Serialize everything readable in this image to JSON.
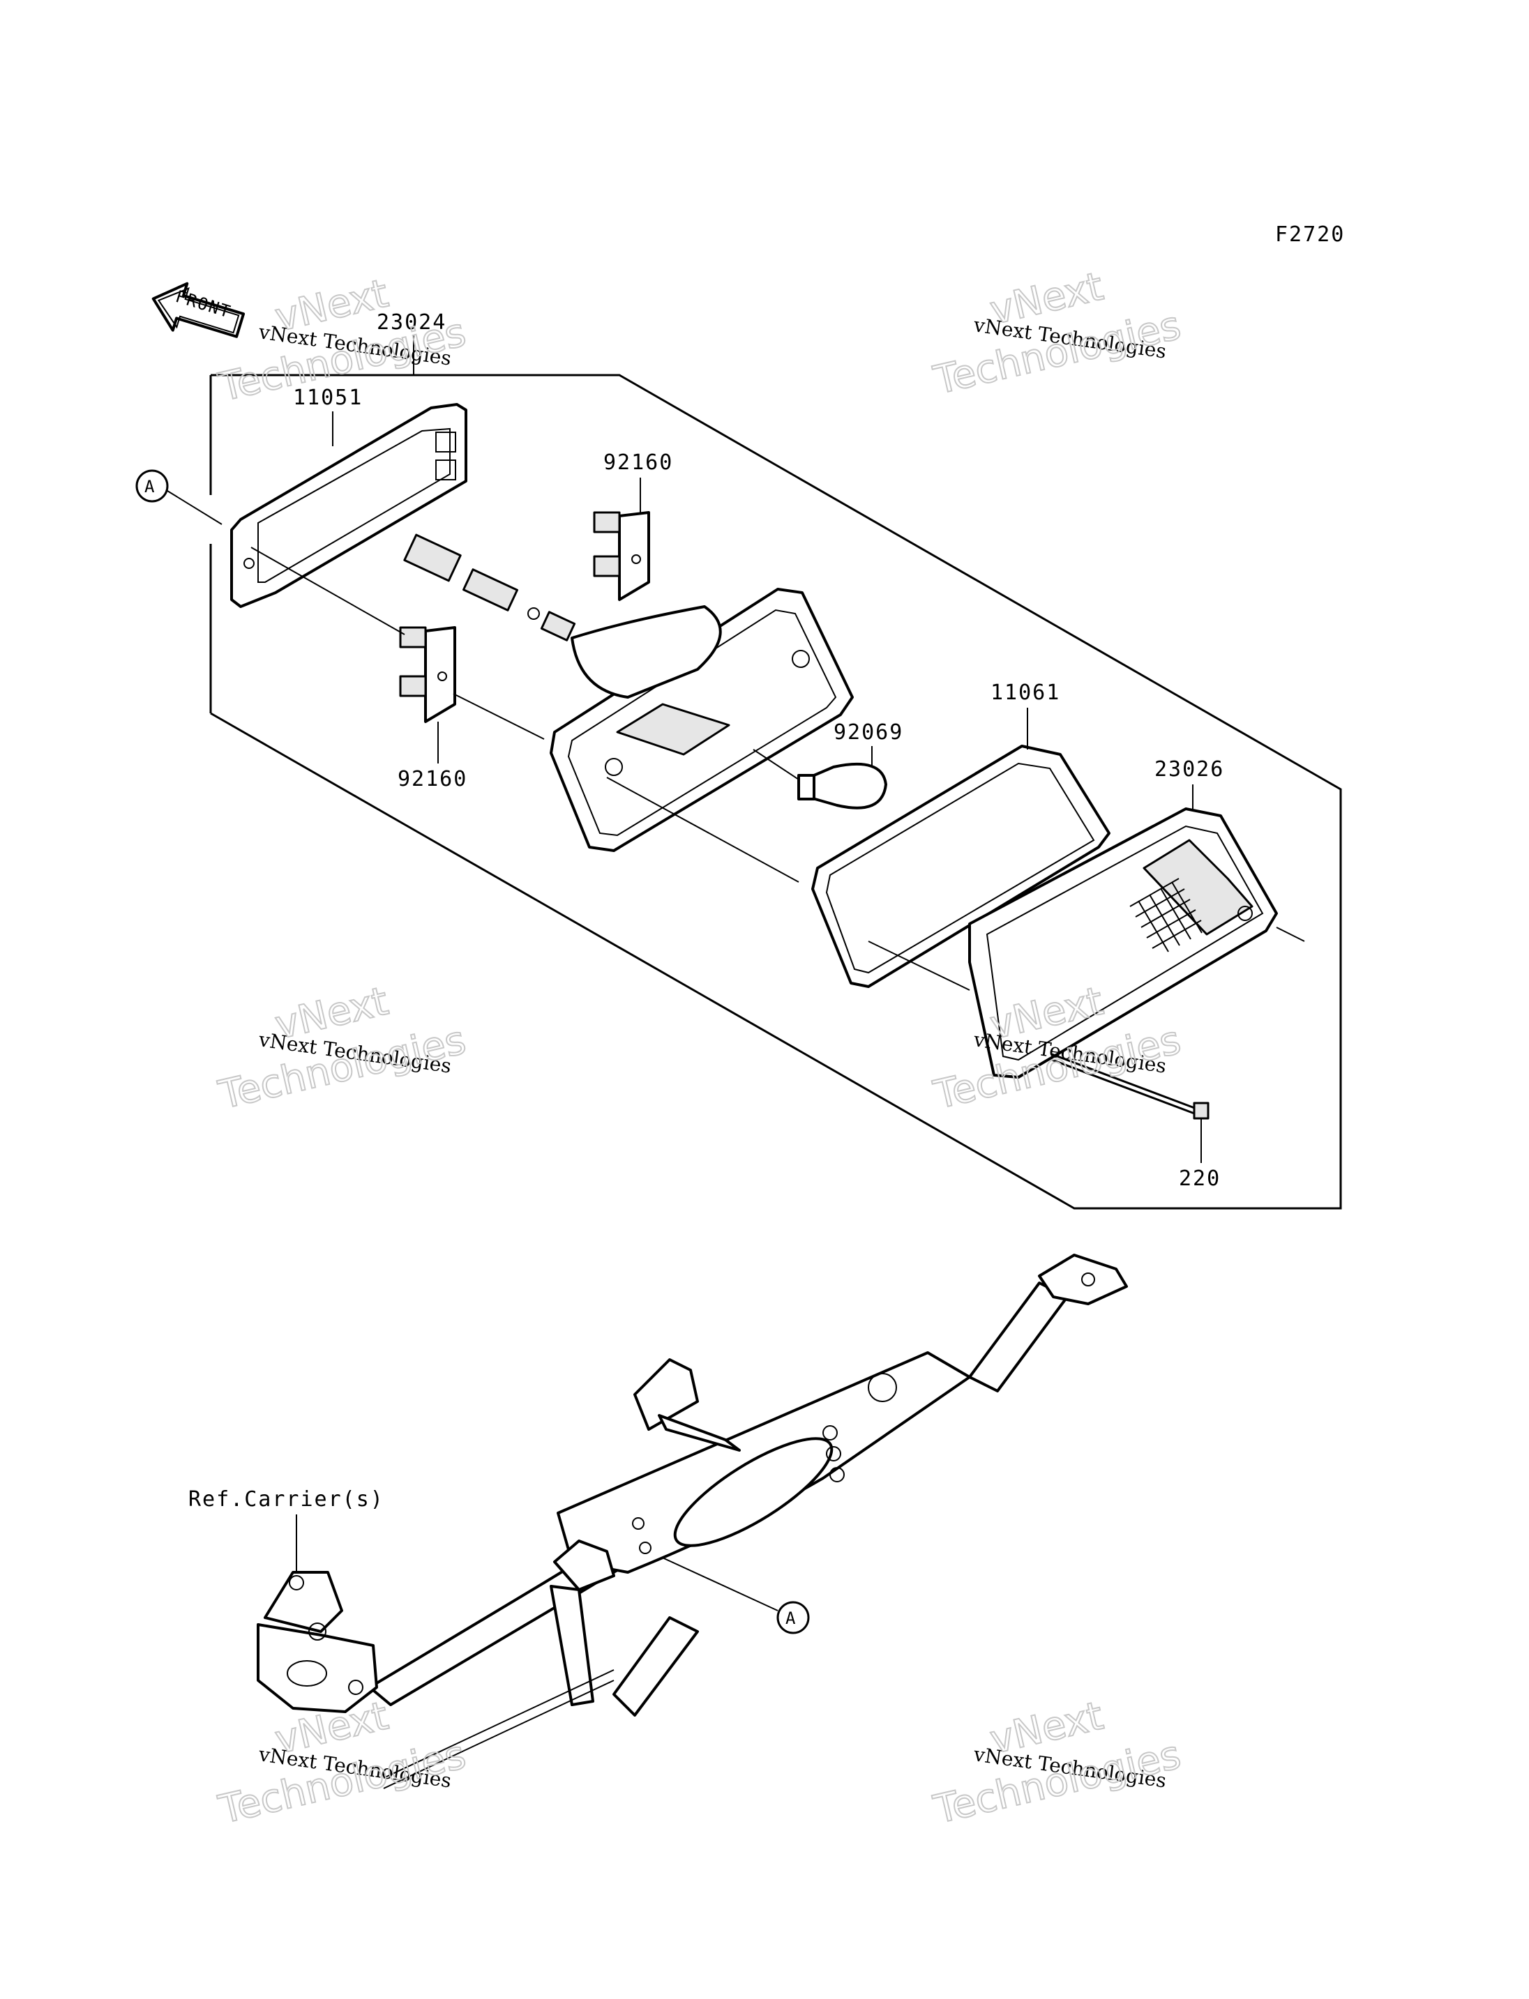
{
  "diagram": {
    "code": "F2720",
    "front_label": "FRONT",
    "reference_marker": "A",
    "parts": {
      "p23024": "23024",
      "p11051": "11051",
      "p92160_top": "92160",
      "p92160_bottom": "92160",
      "p11061": "11061",
      "p92069": "92069",
      "p23026": "23026",
      "p220": "220"
    },
    "ref_carrier": "Ref.Carrier(s)"
  },
  "watermark": {
    "line1": "vNext Technologies",
    "line2": "vNext",
    "line3": "Technologies"
  }
}
